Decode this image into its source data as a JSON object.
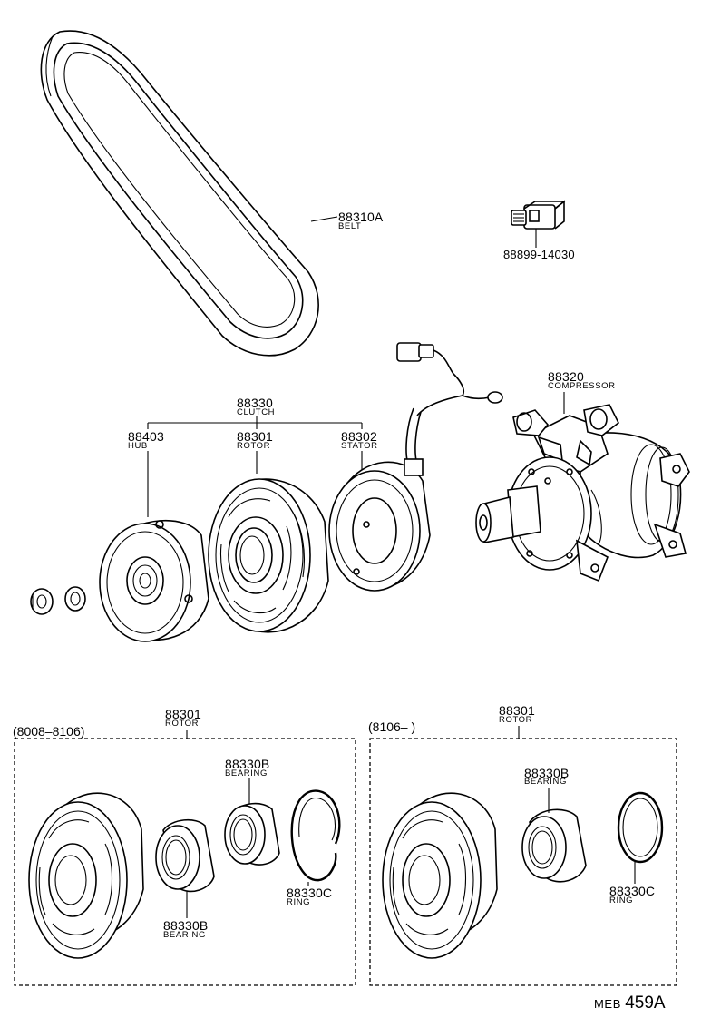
{
  "labels": {
    "belt": {
      "part_no": "88310A",
      "name": "BELT"
    },
    "sensor": {
      "part_no": "88899-14030"
    },
    "compressor": {
      "part_no": "88320",
      "name": "COMPRESSOR"
    },
    "clutch": {
      "part_no": "88330",
      "name": "CLUTCH"
    },
    "hub": {
      "part_no": "88403",
      "name": "HUB"
    },
    "rotor": {
      "part_no": "88301",
      "name": "ROTOR"
    },
    "stator": {
      "part_no": "88302",
      "name": "STATOR"
    }
  },
  "panel_left": {
    "range": "(8008–8106)",
    "rotor": {
      "part_no": "88301",
      "name": "ROTOR"
    },
    "bearing_top": {
      "part_no": "88330B",
      "name": "BEARING"
    },
    "bearing_bottom": {
      "part_no": "88330B",
      "name": "BEARING"
    },
    "ring": {
      "part_no": "88330C",
      "name": "RING"
    }
  },
  "panel_right": {
    "range": "(8106–        )",
    "rotor": {
      "part_no": "88301",
      "name": "ROTOR"
    },
    "bearing": {
      "part_no": "88330B",
      "name": "BEARING"
    },
    "ring": {
      "part_no": "88330C",
      "name": "RING"
    }
  },
  "footer": {
    "prefix": "MEB",
    "number": "459A"
  }
}
